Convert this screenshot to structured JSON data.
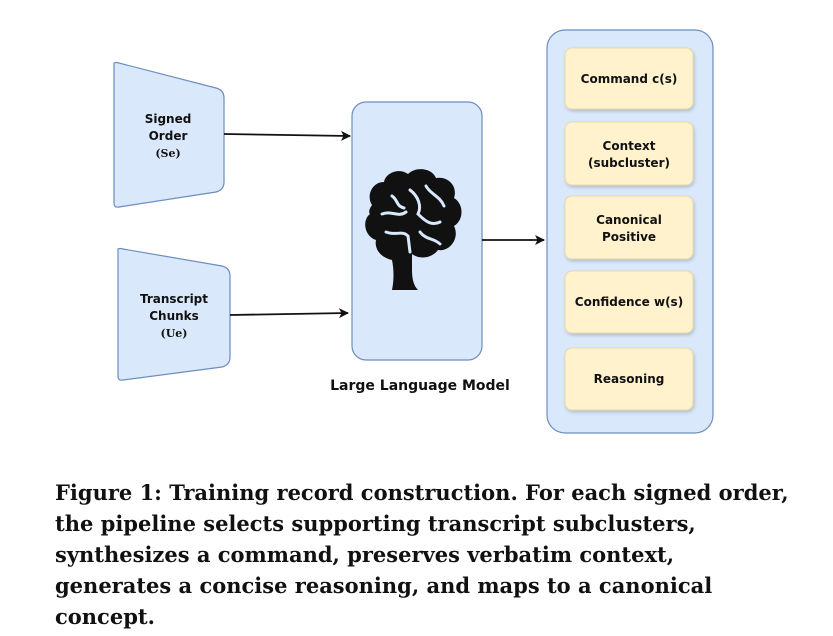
{
  "inputs": {
    "signed_order": {
      "line1": "Signed",
      "line2": "Order",
      "sub": "(Se)"
    },
    "transcript_chunks": {
      "line1": "Transcript",
      "line2": "Chunks",
      "sub": "(Ue)"
    }
  },
  "llm": {
    "label": "Large Language Model",
    "icon": "brain-icon"
  },
  "outputs": [
    {
      "lines": [
        "Command c(s)"
      ]
    },
    {
      "lines": [
        "Context",
        "(subcluster)"
      ]
    },
    {
      "lines": [
        "Canonical",
        "Positive"
      ]
    },
    {
      "lines": [
        "Confidence w(s)"
      ]
    },
    {
      "lines": [
        "Reasoning"
      ]
    }
  ],
  "colors": {
    "blue_fill": "#dae8fc",
    "blue_stroke": "#6c8ebf",
    "yellow_fill": "#fff2cc",
    "yellow_stroke": "#e8d9a8"
  },
  "caption": "Figure 1: Training record construction. For each signed order, the pipeline selects supporting transcript subclusters, synthesizes a command, preserves verbatim context, generates a concise reasoning, and maps to a canonical concept."
}
